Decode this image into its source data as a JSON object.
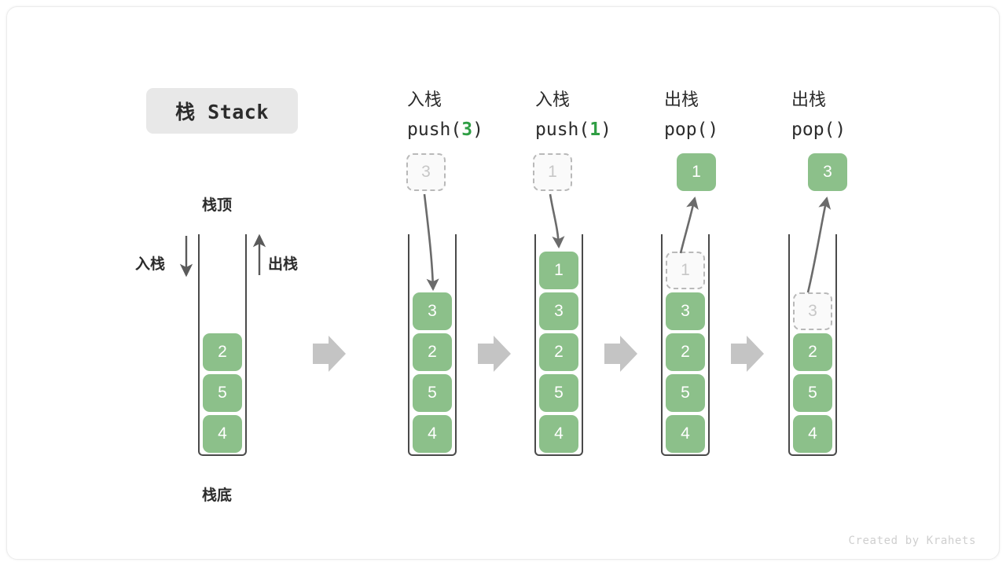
{
  "title": {
    "text": "栈 Stack"
  },
  "labels": {
    "top": "栈顶",
    "bottom": "栈底",
    "push_side": "入栈",
    "pop_side": "出栈"
  },
  "footer": {
    "credit": "Created by Krahets"
  },
  "colors": {
    "element_green": "#8cc08a",
    "ghost_fill": "#fafafa",
    "ghost_border": "#b9b9b9",
    "arrow_gray": "#6b6b6b",
    "block_arrow_gray": "#c4c4c4",
    "container_stroke": "#4a4a4a",
    "accent_green_text": "#2f9e44",
    "badge_bg": "#e8e8e8"
  },
  "steps": [
    {
      "id": "initial",
      "op_cn": "",
      "op_code": "",
      "op_arg": "",
      "stack": [
        "4",
        "5",
        "2"
      ],
      "ghost_top": null,
      "float_box": null
    },
    {
      "id": "push-3",
      "op_cn": "入栈",
      "op_code_prefix": "push(",
      "op_arg": "3",
      "op_code_suffix": ")",
      "stack": [
        "4",
        "5",
        "2",
        "3"
      ],
      "ghost_top": null,
      "float_box": {
        "value": "3",
        "style": "ghost"
      }
    },
    {
      "id": "push-1",
      "op_cn": "入栈",
      "op_code_prefix": "push(",
      "op_arg": "1",
      "op_code_suffix": ")",
      "stack": [
        "4",
        "5",
        "2",
        "3",
        "1"
      ],
      "ghost_top": null,
      "float_box": {
        "value": "1",
        "style": "ghost"
      }
    },
    {
      "id": "pop-1",
      "op_cn": "出栈",
      "op_code_prefix": "pop(",
      "op_arg": "",
      "op_code_suffix": ")",
      "stack": [
        "4",
        "5",
        "2",
        "3"
      ],
      "ghost_top": "1",
      "float_box": {
        "value": "1",
        "style": "solid"
      }
    },
    {
      "id": "pop-3",
      "op_cn": "出栈",
      "op_code_prefix": "pop(",
      "op_arg": "",
      "op_code_suffix": ")",
      "stack": [
        "4",
        "5",
        "2"
      ],
      "ghost_top": "3",
      "float_box": {
        "value": "3",
        "style": "solid"
      }
    }
  ],
  "transitions": [
    "block-arrow",
    "block-arrow",
    "block-arrow",
    "block-arrow"
  ]
}
